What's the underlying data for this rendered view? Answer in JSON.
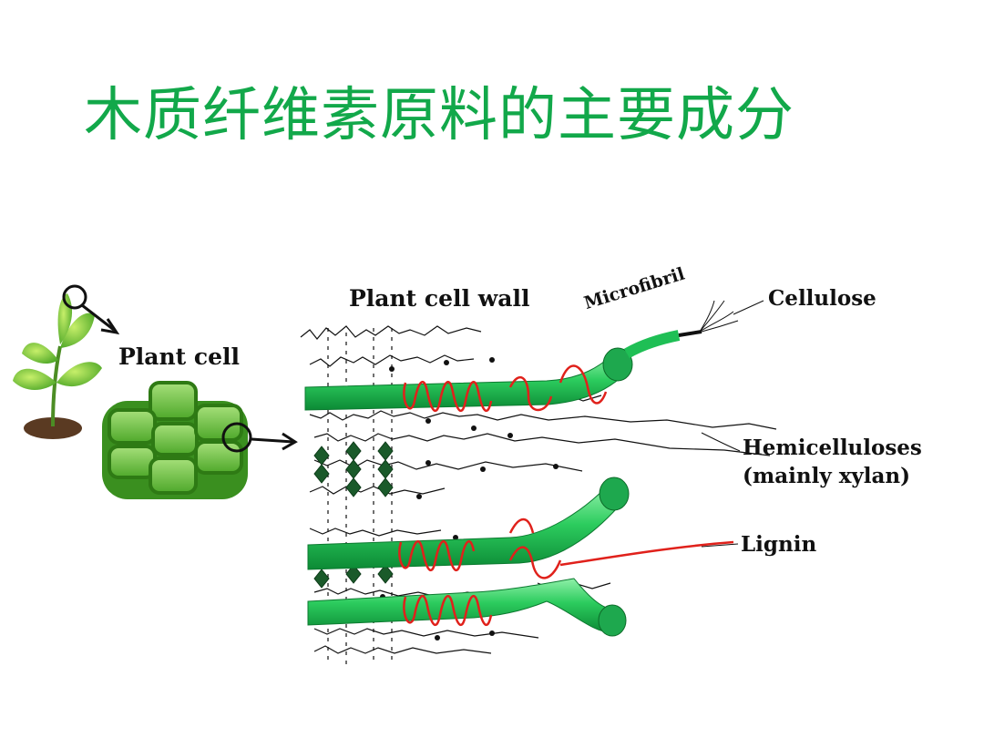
{
  "slide": {
    "title": "木质纤维素原料的主要成分"
  },
  "diagram": {
    "plant_cell_label": "Plant cell",
    "cell_wall_label": "Plant cell wall",
    "microfibril_label": "Microfibril",
    "cellulose_label": "Cellulose",
    "hemicellulose_label_line1": "Hemicelluloses",
    "hemicellulose_label_line2": "(mainly xylan)",
    "lignin_label": "Lignin"
  },
  "colors": {
    "title_green": "#12a84a",
    "fibril_green": "#1fbf55",
    "cell_green": "#6cc33a",
    "lignin_red": "#e0211b"
  }
}
